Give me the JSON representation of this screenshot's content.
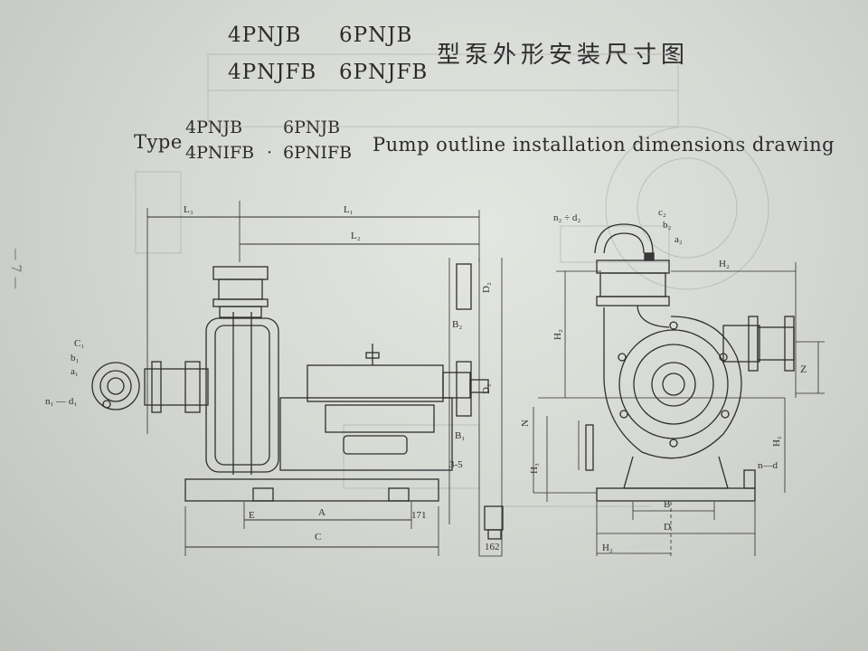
{
  "header": {
    "cn_models": [
      "4PNJB",
      "6PNJB",
      "4PNJFB",
      "6PNJFB"
    ],
    "cn_title": "型泵外形安装尺寸图",
    "en_prefix": "Type",
    "en_models": [
      "4PNJB",
      "6PNJB",
      "4PNIFB",
      "6PNIFB"
    ],
    "en_separator": "·",
    "en_title": "Pump outline installation dimensions drawing"
  },
  "page_marker": "— 7 —",
  "side_view": {
    "labels": {
      "L3": "L₃",
      "L1": "L₁",
      "L2": "L₂",
      "C1": "C₁",
      "b1": "b₁",
      "a1": "a₁",
      "n1d1": "n₁ — d₁",
      "D2": "D₂",
      "B2": "B₂",
      "D1": "D₁",
      "B1": "B₁",
      "gap": "3-5",
      "E": "E",
      "A": "A",
      "C": "C",
      "w171": "171",
      "w162": "162"
    }
  },
  "front_view": {
    "labels": {
      "n2d2": "n₂ ÷ d₂",
      "c2": "c₂",
      "b2": "b₂",
      "a2": "a₂",
      "H2top": "H₂",
      "H2left": "H₂",
      "Z": "Z",
      "N": "N",
      "H1": "H₁",
      "H3": "H₃",
      "nd": "n—d",
      "B": "B",
      "D": "D",
      "H2bottom": "H₂"
    }
  },
  "colors": {
    "paper": "#dcded9",
    "ink": "#2b2b2e",
    "ghost": "#9a9c99"
  }
}
